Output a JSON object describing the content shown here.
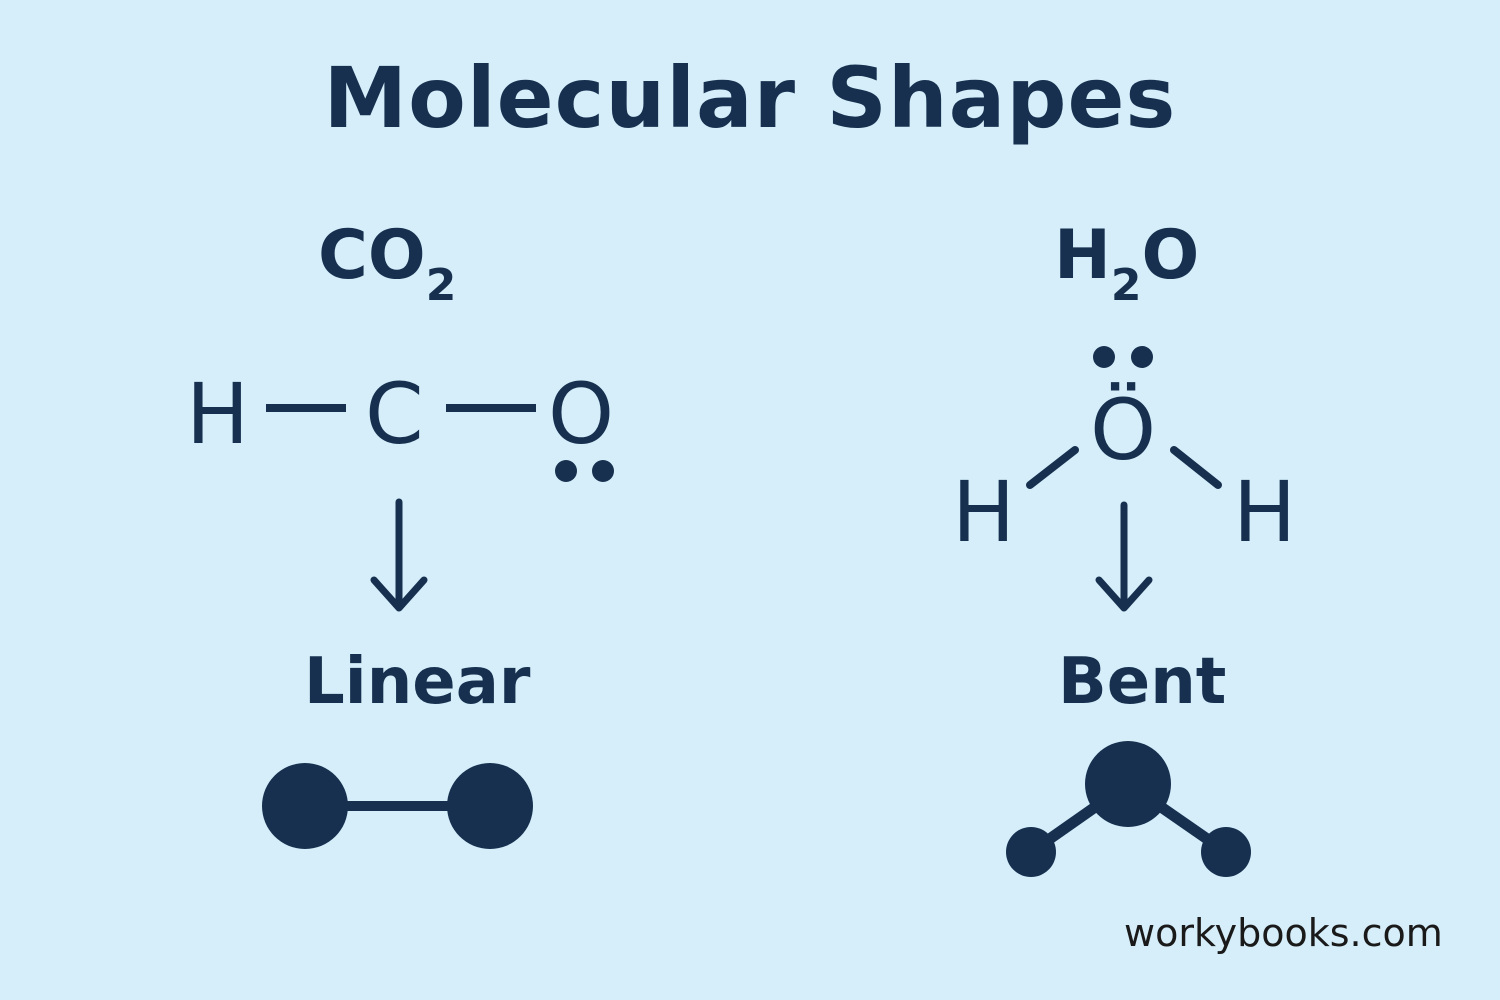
{
  "title": "Molecular Shapes",
  "colors": {
    "background": "#d5eefa",
    "ink": "#17304f"
  },
  "left": {
    "formula_main": "CO",
    "formula_sub": "2",
    "atoms": [
      "H",
      "C",
      "O"
    ],
    "shape_label": "Linear"
  },
  "right": {
    "formula_main_a": "H",
    "formula_sub": "2",
    "formula_main_b": "O",
    "atoms": [
      "Ö",
      "H",
      "H"
    ],
    "shape_label": "Bent"
  },
  "footer": "workybooks.com"
}
